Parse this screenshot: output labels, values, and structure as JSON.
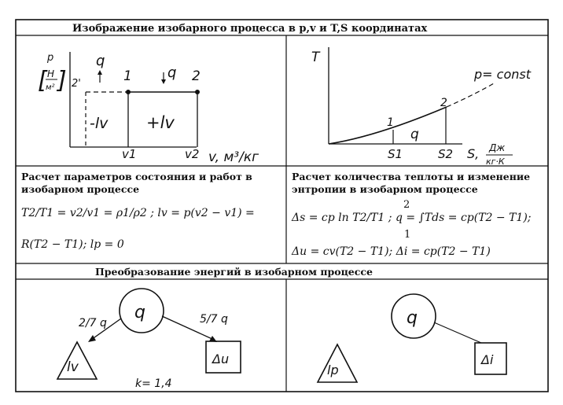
{
  "header": {
    "title": "Изображение изобарного процесса в p,v и T,S координатах"
  },
  "pv": {
    "axis_p": "p",
    "unit_p_num": "Н",
    "unit_p_den": "м²",
    "axis_v": "v, м³/кг",
    "q_up": "q",
    "q_down": "q",
    "pt1": "1",
    "pt2": "2",
    "pt2p": "2'",
    "neg_work": "-lv",
    "pos_work": "+lv",
    "v1": "v1",
    "v2": "v2"
  },
  "ts": {
    "axis_t": "T",
    "curve": "p= const",
    "pt1": "1",
    "pt2": "2",
    "q": "q",
    "s1": "S1",
    "s2": "S2",
    "axis_s": "S,",
    "unit_num": "Дж",
    "unit_den": "кг·К"
  },
  "params": {
    "title_line1": "Расчет параметров состояния и работ в",
    "title_line2": "изобарном процессе",
    "formula_line1": "T2/T1 = v2/v1 = ρ1/ρ2 ; lv = p(v2 − v1) =",
    "formula_line2": "R(T2 − T1); lp = 0"
  },
  "heat": {
    "title_line1": "Расчет количества теплоты и изменение",
    "title_line2": "энтропии в изобарном процессе",
    "formula_line1": "Δs = cp ln T2/T1 ; q = ∫Tds = cp(T2 − T1);",
    "formula_line2": "Δu = cv(T2 − T1); Δi = cp(T2 − T1)",
    "int_top": "2",
    "int_bottom": "1"
  },
  "energy": {
    "title": "Преобразование энергий в изобарном процессе",
    "q_left": "q",
    "q_right": "q",
    "frac_lv": "2/7 q",
    "frac_du": "5/7 q",
    "lv": "lv",
    "du": "Δu",
    "k": "k= 1,4",
    "lp": "lp",
    "di": "Δi"
  }
}
